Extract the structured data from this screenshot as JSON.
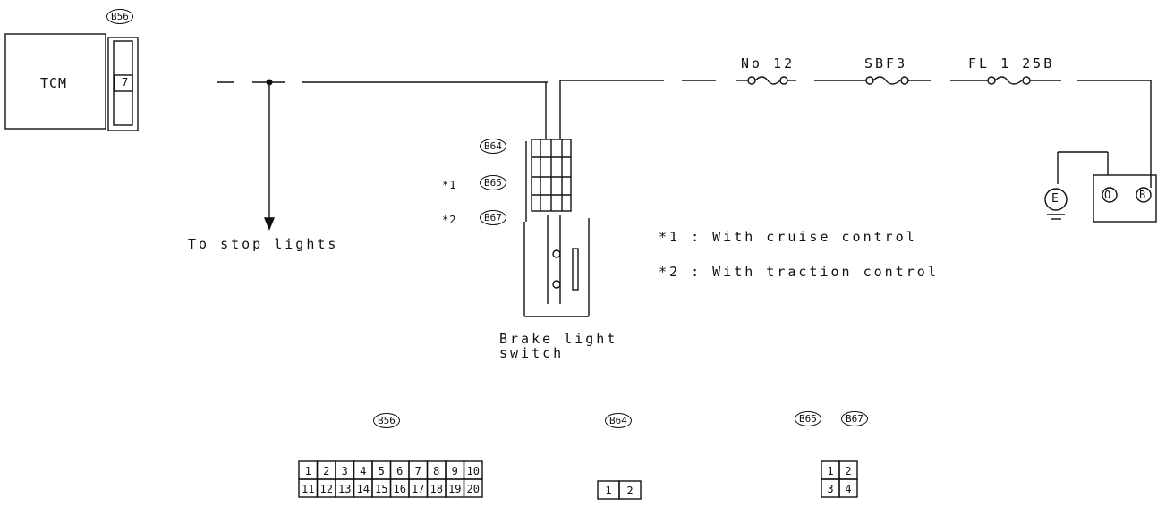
{
  "components": {
    "tcm": "TCM",
    "tcm_pin": "7",
    "fuse_no12": "No 12",
    "fuse_sbf3": "SBF3",
    "fusible_link": "FL 1 25B",
    "to_stop_lights": "To stop lights",
    "brake_light_switch_line1": "Brake light",
    "brake_light_switch_line2": "switch",
    "ignition_e": "E",
    "ignition_o": "O",
    "ignition_b": "B"
  },
  "connectors": {
    "b56": "B56",
    "b64": "B64",
    "b65": "B65",
    "b67": "B67"
  },
  "notes": {
    "mark1": "*1",
    "mark2": "*2",
    "note1": "*1 : With cruise control",
    "note2": "*2 : With traction control"
  },
  "pin_layouts": {
    "b56": {
      "label": "B56",
      "top_row": [
        "1",
        "2",
        "3",
        "4",
        "5",
        "6",
        "7",
        "8",
        "9",
        "10"
      ],
      "bottom_row": [
        "11",
        "12",
        "13",
        "14",
        "15",
        "16",
        "17",
        "18",
        "19",
        "20"
      ]
    },
    "b64": {
      "label": "B64",
      "pins": [
        "1",
        "2"
      ]
    },
    "b65_b67": {
      "label_a": "B65",
      "label_b": "B67",
      "top_row": [
        "1",
        "2"
      ],
      "bottom_row": [
        "3",
        "4"
      ]
    }
  }
}
